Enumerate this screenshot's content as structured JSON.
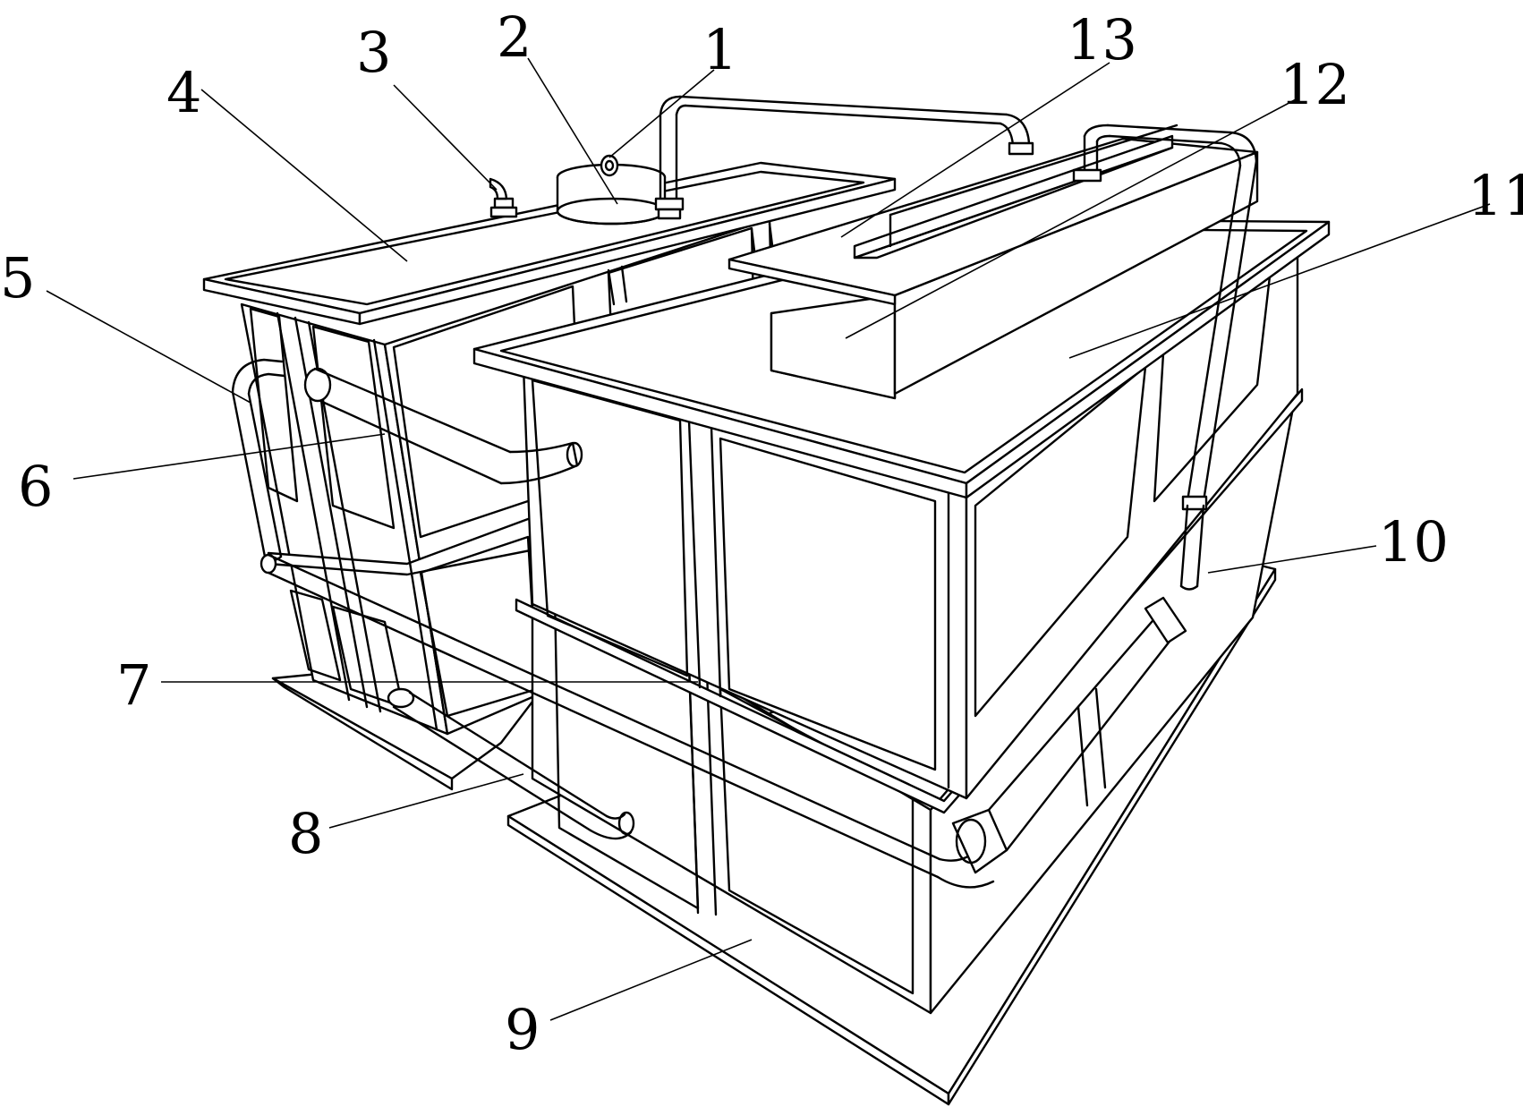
{
  "figure": {
    "callouts": [
      {
        "id": "1",
        "text": "1"
      },
      {
        "id": "2",
        "text": "2"
      },
      {
        "id": "3",
        "text": "3"
      },
      {
        "id": "4",
        "text": "4"
      },
      {
        "id": "5",
        "text": "5"
      },
      {
        "id": "6",
        "text": "6"
      },
      {
        "id": "7",
        "text": "7"
      },
      {
        "id": "8",
        "text": "8"
      },
      {
        "id": "9",
        "text": "9"
      },
      {
        "id": "10",
        "text": "10"
      },
      {
        "id": "11",
        "text": "11"
      },
      {
        "id": "12",
        "text": "12"
      },
      {
        "id": "13",
        "text": "13"
      }
    ]
  },
  "style": {
    "line_color": "#000000",
    "background": "#ffffff"
  }
}
